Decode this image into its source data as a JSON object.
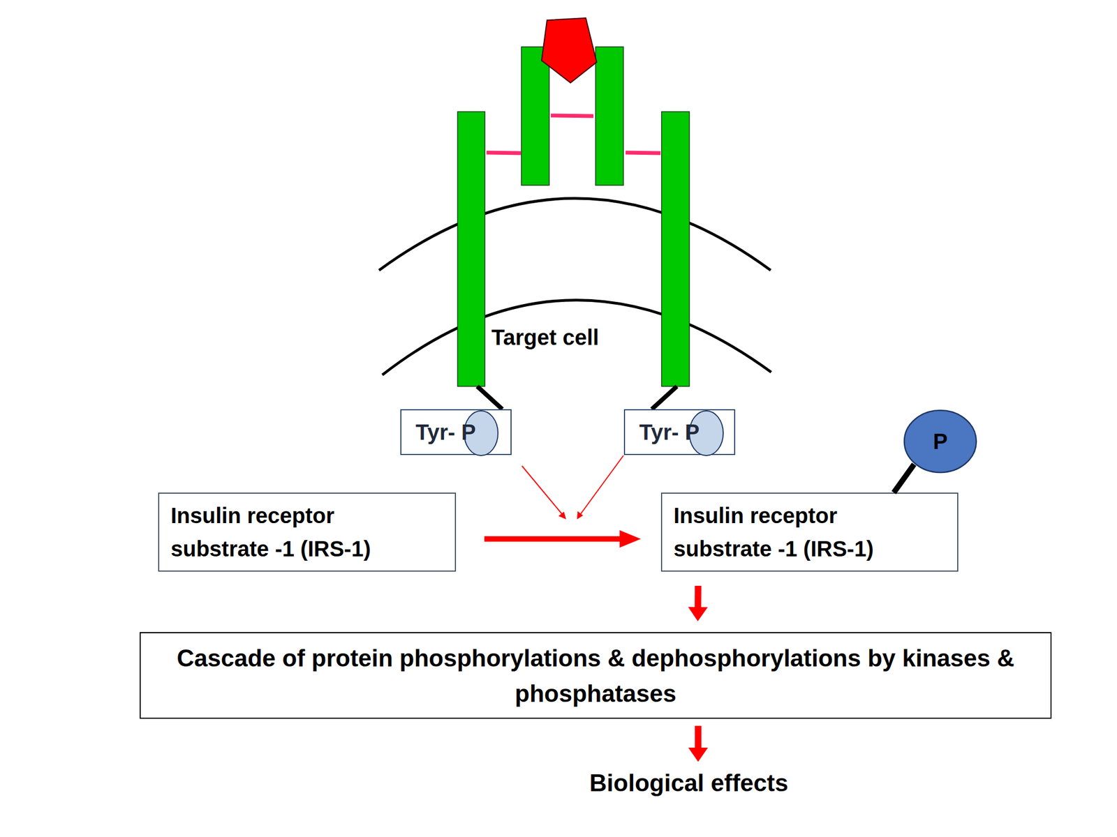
{
  "diagram": {
    "nodes": [
      {
        "text": [
          "Tyr- P"
        ]
      },
      {
        "text": [
          "Tyr- P"
        ]
      },
      {
        "text": [
          "P"
        ]
      },
      {
        "text": [
          "Insulin receptor substrate -1 (IRS-1)"
        ]
      },
      {
        "text": [
          "Insulin receptor substrate -1 (IRS-1)"
        ]
      },
      {
        "text": [
          "Cascade of protein phosphorylations & dephosphorylations by kinases & phosphatases"
        ]
      }
    ],
    "edges": [
      {
        "from": 3,
        "to": 4,
        "arrow": "to"
      },
      {
        "from": 2,
        "to": 4,
        "arrow": "none"
      },
      {
        "from": 4,
        "to": 5,
        "arrow": "to"
      }
    ],
    "labels": [
      "Target cell",
      "Biological effects"
    ]
  }
}
